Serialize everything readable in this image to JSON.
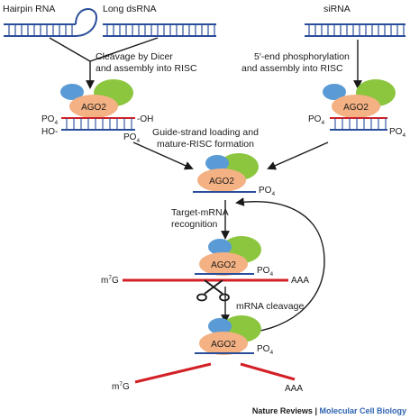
{
  "top_labels": {
    "hairpin": "Hairpin RNA",
    "long_dsrna": "Long dsRNA",
    "sirna": "siRNA"
  },
  "steps": {
    "dicer_line1": "Cleavage by Dicer",
    "dicer_line2": "and assembly into RISC",
    "phos_line1": "5′-end phosphorylation",
    "phos_line2": "and assembly into RISC",
    "guide_line1": "Guide-strand loading and",
    "guide_line2": "mature-RISC formation",
    "target_line1": "Target-mRNA",
    "target_line2": "recognition",
    "cleavage": "mRNA cleavage"
  },
  "complex_label": "AGO2",
  "chem": {
    "po4_main": "PO",
    "po4_sub": "4",
    "oh_right": "-OH",
    "ho_left": "HO-",
    "cap_main": "m",
    "cap_sup": "7",
    "cap_end": "G",
    "polya": "AAA"
  },
  "credit": {
    "journal": "Nature Reviews",
    "separator": " | ",
    "section": "Molecular Cell Biology"
  },
  "colors": {
    "strand_blue": "#2a4d9a",
    "strand_red": "#d42027",
    "protein_green": "#8cc63f",
    "protein_orange": "#f4b183",
    "protein_blue": "#5b9bd5",
    "arrow": "#1a1a1a"
  }
}
